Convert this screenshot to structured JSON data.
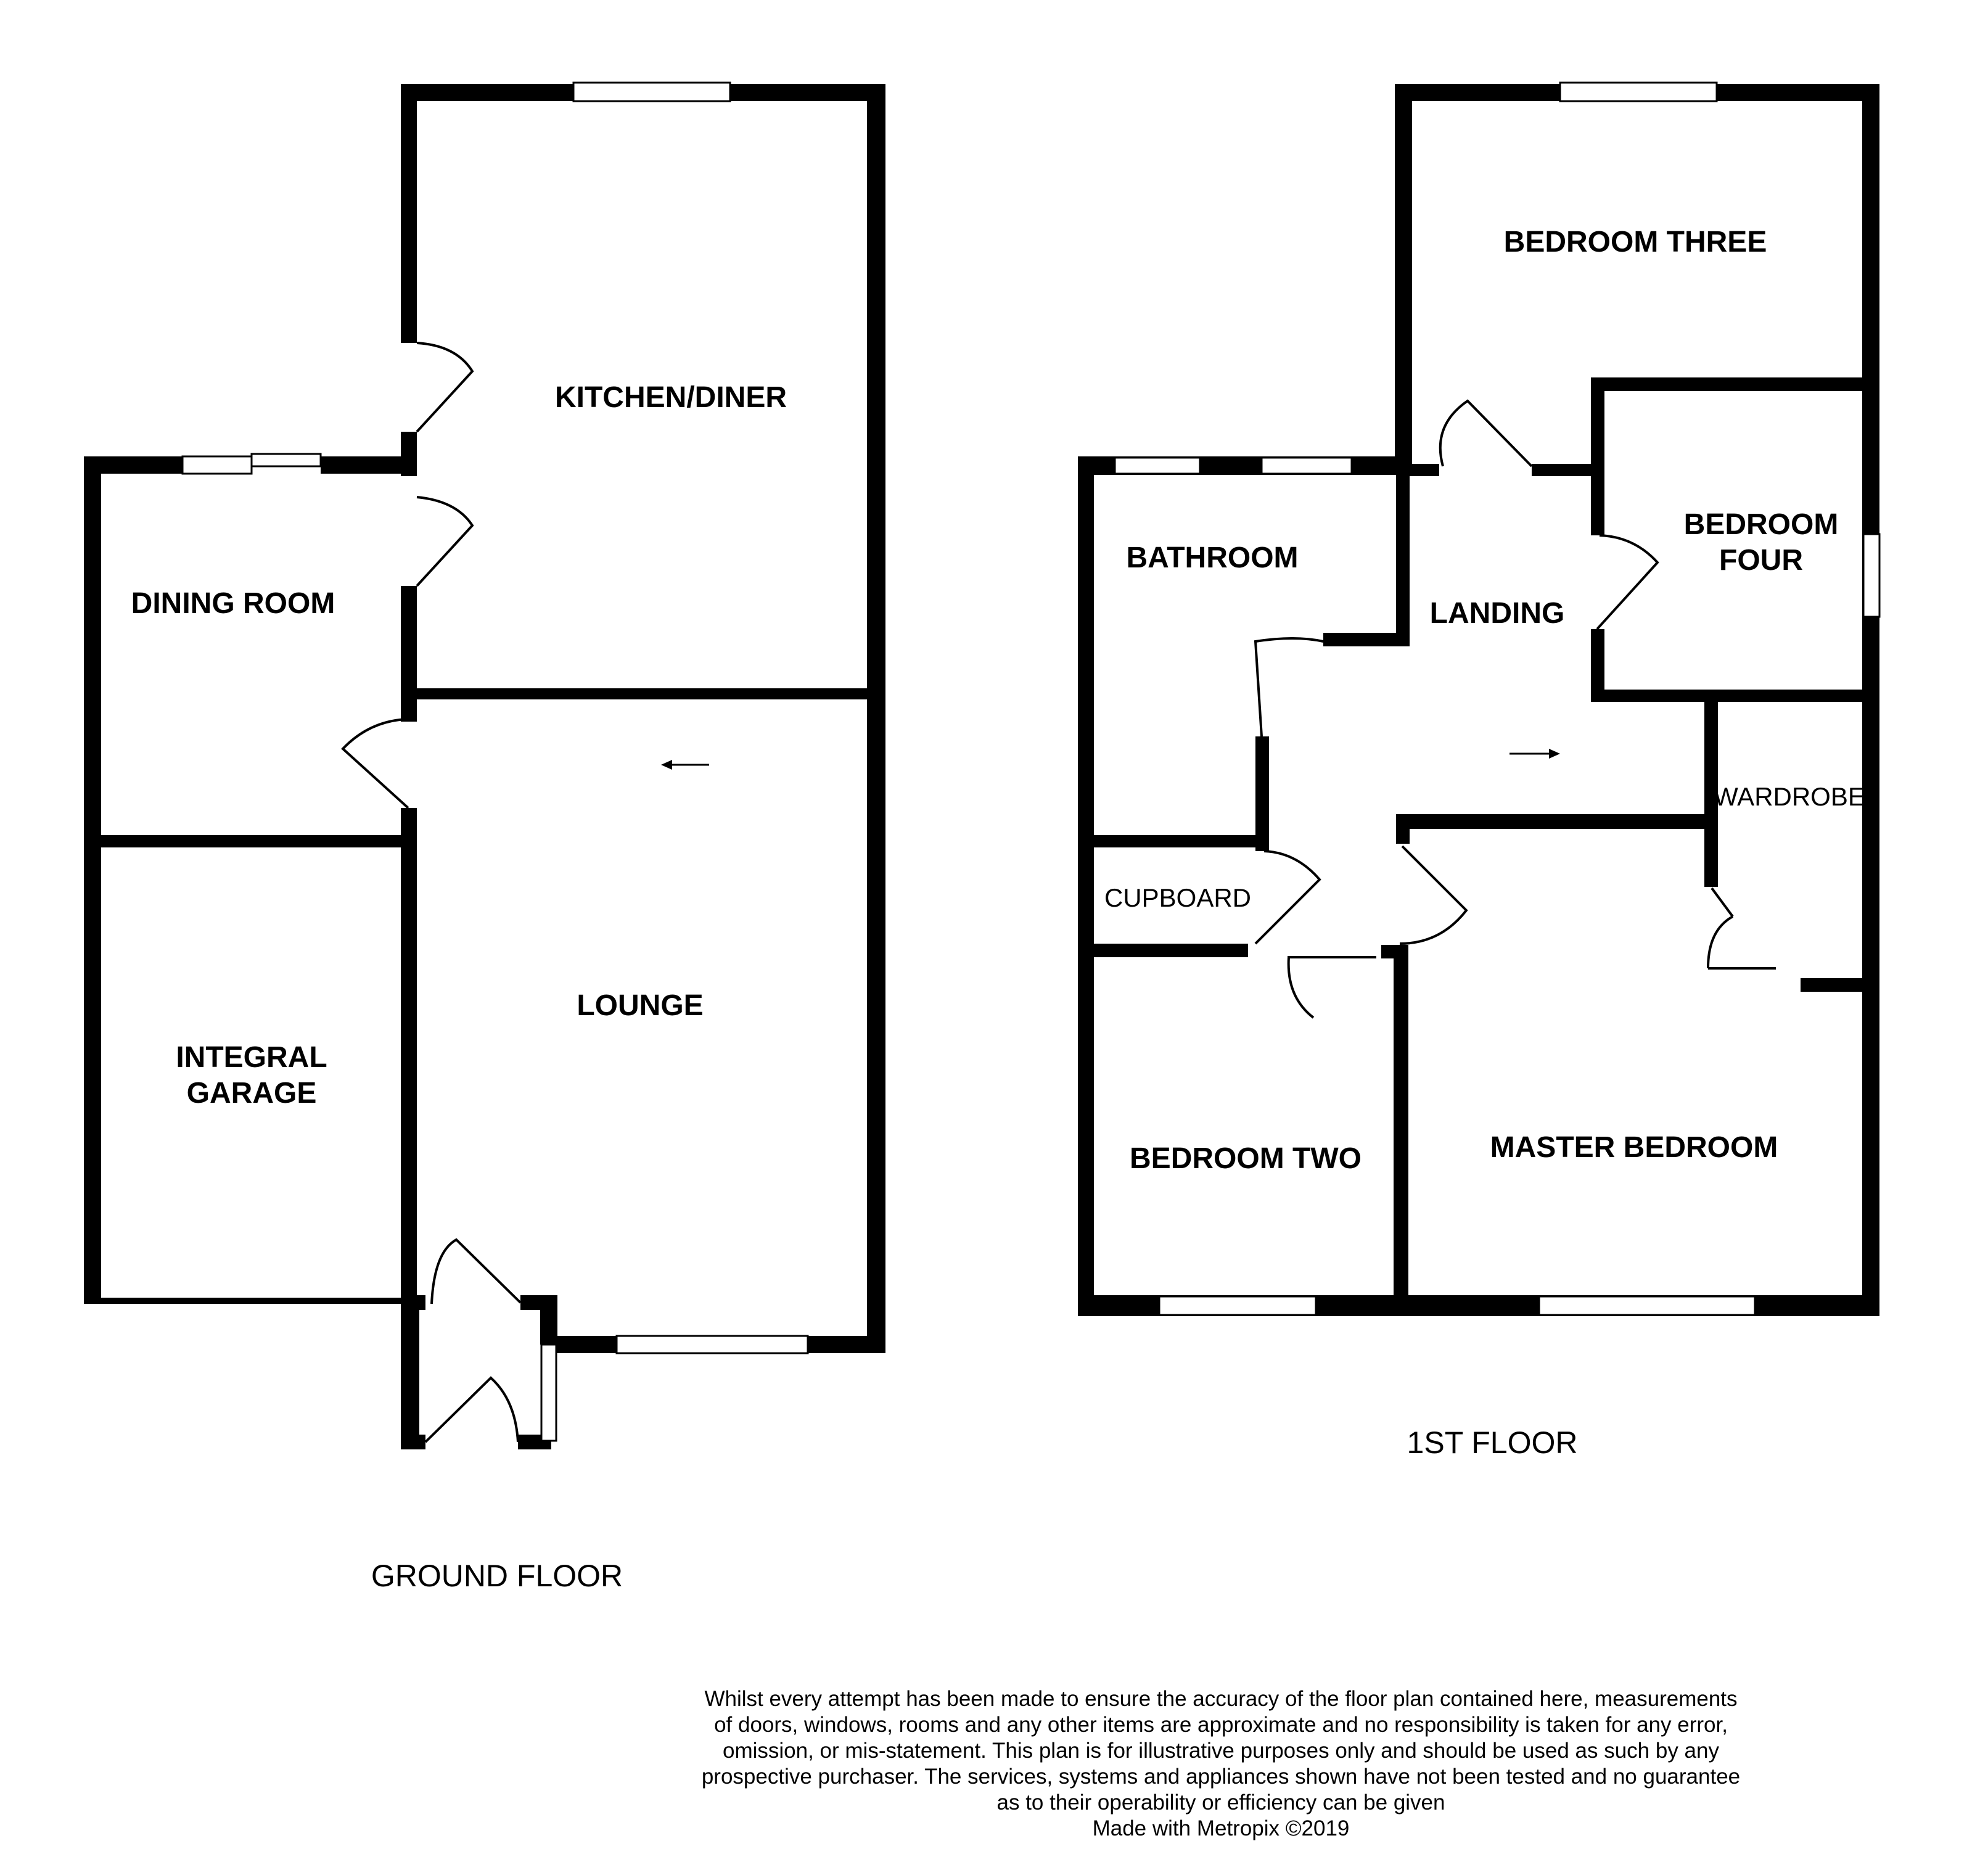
{
  "ground_floor": {
    "title": "GROUND FLOOR",
    "rooms": {
      "kitchen_diner": "KITCHEN/DINER",
      "dining_room": "DINING ROOM",
      "integral_garage_line1": "INTEGRAL",
      "integral_garage_line2": "GARAGE",
      "lounge": "LOUNGE"
    }
  },
  "first_floor": {
    "title": "1ST FLOOR",
    "rooms": {
      "bedroom_three": "BEDROOM THREE",
      "bedroom_four_line1": "BEDROOM",
      "bedroom_four_line2": "FOUR",
      "bathroom": "BATHROOM",
      "landing": "LANDING",
      "wardrobe": "WARDROBE",
      "cupboard": "CUPBOARD",
      "bedroom_two": "BEDROOM TWO",
      "master_bedroom": "MASTER BEDROOM"
    }
  },
  "disclaimer": {
    "lines": [
      "Whilst every attempt has been made to ensure the accuracy of the floor plan contained here, measurements",
      "of doors, windows, rooms and any other items are approximate and no responsibility is taken for any error,",
      "omission, or mis-statement. This plan is for illustrative purposes only and should be used as such by any",
      "prospective purchaser. The services, systems and appliances shown have not been tested and no guarantee",
      "as to their operability or efficiency can be given"
    ],
    "credit": "Made with Metropix ©2019"
  }
}
